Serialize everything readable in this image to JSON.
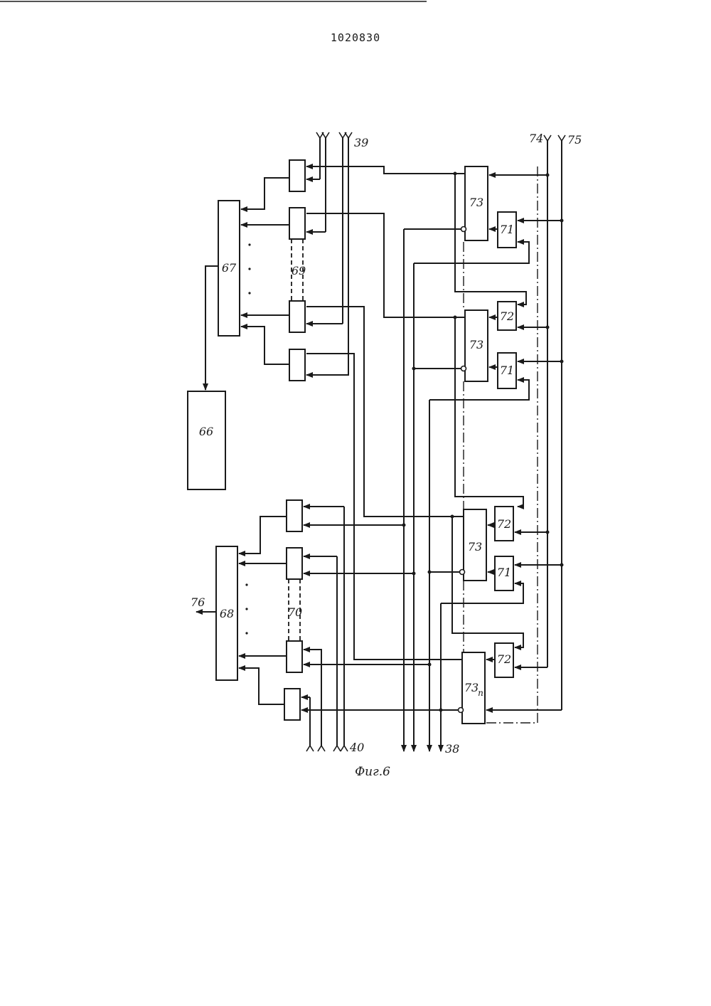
{
  "document": {
    "patent_number": "1020830",
    "figure_caption": "Фиг.6"
  },
  "blocks": {
    "b66": "66",
    "b67": "67",
    "b68": "68",
    "b69": "69",
    "b70": "70",
    "b71": "71",
    "b72": "72",
    "b73": "73",
    "b73n": "73",
    "b73n_sub": "n"
  },
  "terminals": {
    "t38": "38",
    "t39": "39",
    "t40": "40",
    "t74": "74",
    "t75": "75",
    "t76": "76"
  }
}
